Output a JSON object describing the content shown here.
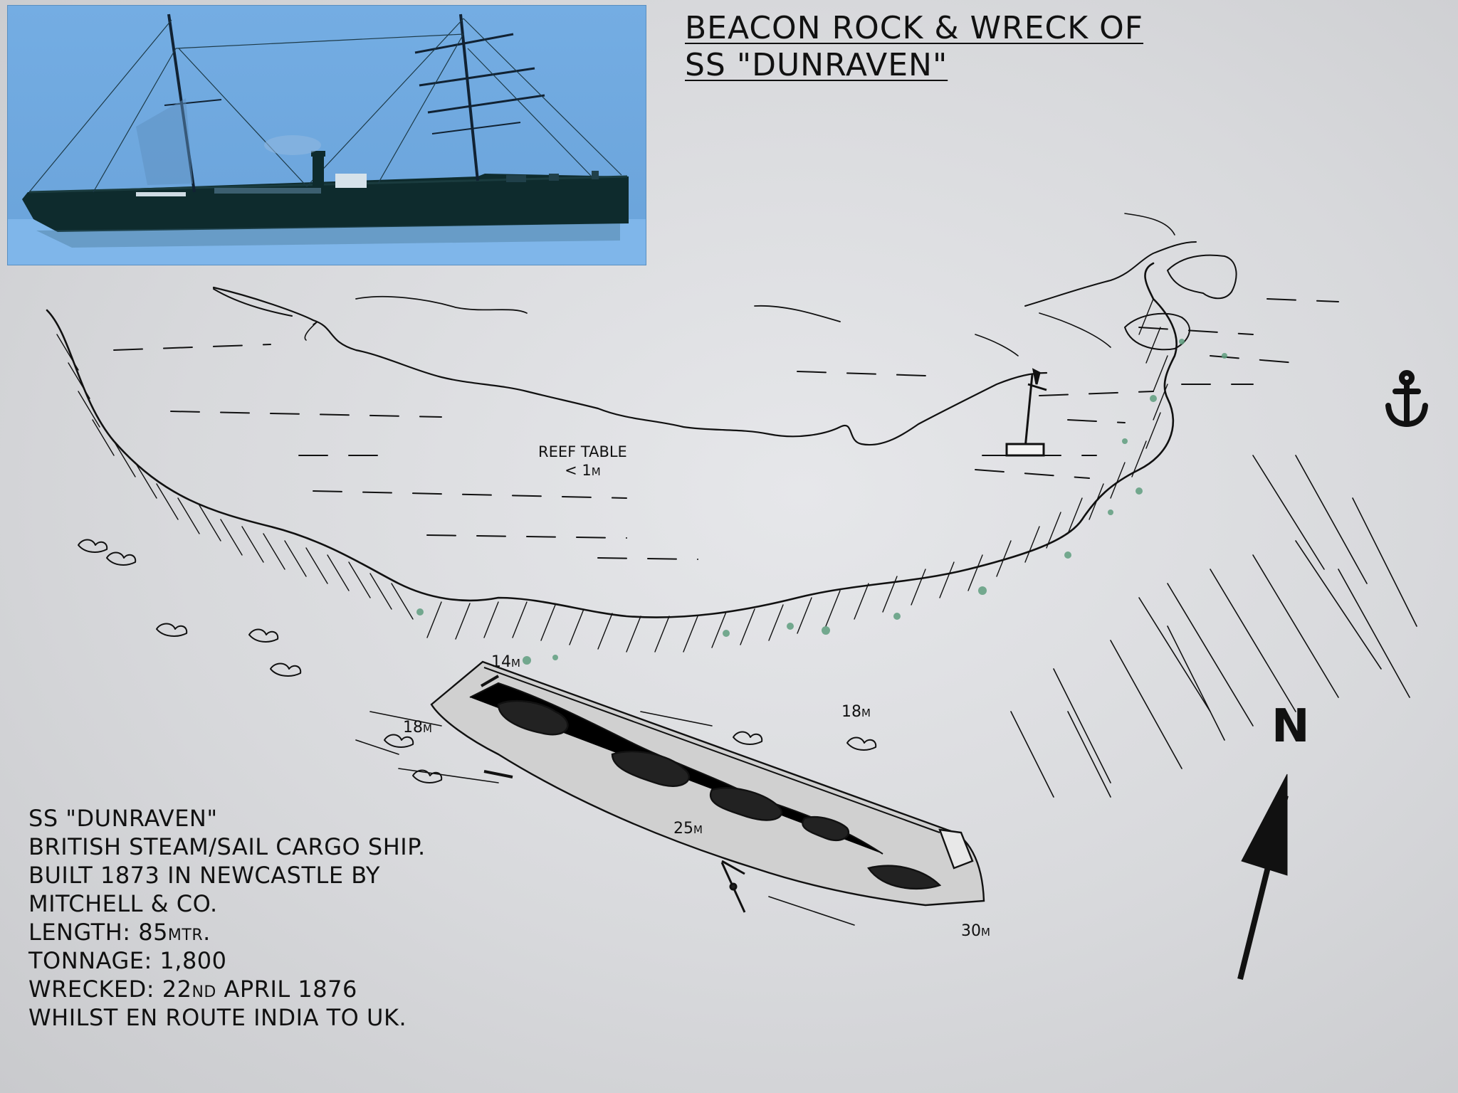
{
  "title": {
    "line1": "BEACON ROCK & WRECK OF",
    "line2": "SS \"DUNRAVEN\""
  },
  "map": {
    "reef_table_label": "REEF TABLE",
    "reef_table_depth": "< 1m",
    "depth_labels": {
      "bow_top": "14m",
      "left_seabed": "18m",
      "right_seabed": "18m",
      "mid_wreck": "25m",
      "stern": "30m"
    },
    "north_label": "N",
    "icons": [
      "anchor-icon",
      "beacon-icon",
      "north-arrow-icon",
      "ship-photo"
    ]
  },
  "info": {
    "lines": [
      "SS \"DUNRAVEN\"",
      "BRITISH STEAM/SAIL CARGO SHIP.",
      "BUILT 1873 IN NEWCASTLE BY",
      "MITCHELL & CO.",
      "LENGTH: 85mtr.",
      "TONNAGE: 1,800",
      "WRECKED: 22nd APRIL 1876",
      "WHILST EN ROUTE INDIA TO UK."
    ]
  },
  "colors": {
    "photo_sky": "#6fa9e0",
    "photo_water": "#7fb3e6",
    "hull": "#0d2a2c",
    "ink": "#111111",
    "seaweed": "#5f9e7f"
  }
}
